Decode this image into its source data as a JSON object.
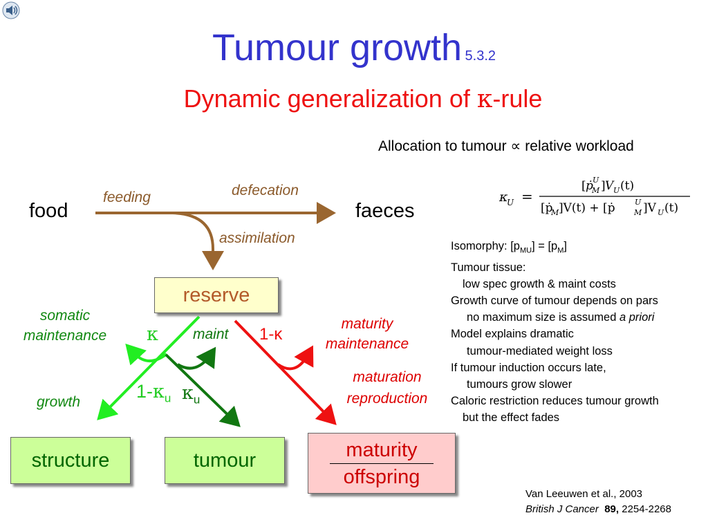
{
  "title": {
    "main": "Tumour growth",
    "section": "5.3.2"
  },
  "subtitle": {
    "text": "Dynamic generalization of ",
    "kappa": "κ",
    "suffix": "-rule"
  },
  "allocation": {
    "text": "Allocation to tumour ∝ relative workload"
  },
  "formula": {
    "lhs": "κ",
    "lhs_sub": "U",
    "equals": "=",
    "num_open": "[",
    "num_p": "ṗ",
    "num_sup": "U",
    "num_sub": "M",
    "num_close": "]",
    "num_v": "V",
    "num_v_sub": "U",
    "num_t": "(t)",
    "den_left": "[ṗ",
    "den_left_sub": "M",
    "den_left_rest": "]V(t) + [ṗ",
    "den_sup": "U",
    "den_sub": "M",
    "den_close": "]V",
    "den_v_sub": "U",
    "den_t": "(t)"
  },
  "diagram": {
    "food": "food",
    "faeces": "faeces",
    "feeding": "feeding",
    "defecation": "defecation",
    "assimilation": "assimilation",
    "reserve": "reserve",
    "somatic_maintenance": [
      "somatic",
      "maintenance"
    ],
    "kappa": "κ",
    "maint": "maint",
    "one_minus_kappa": "1-κ",
    "maturity_maintenance": [
      "maturity",
      "maintenance"
    ],
    "maturation_reproduction": [
      "maturation",
      "reproduction"
    ],
    "growth": "growth",
    "one_minus_kappa_u": {
      "prefix": "1-",
      "kappa": "κ",
      "sub": "u"
    },
    "kappa_u": {
      "kappa": "κ",
      "sub": "u"
    },
    "structure": "structure",
    "tumour": "tumour",
    "maturity": "maturity",
    "offspring": "offspring"
  },
  "colors": {
    "title": "#3333cc",
    "subtitle": "#ee1111",
    "brown": "#9a6630",
    "light_green": "#22ee22",
    "dark_green": "#117711",
    "red": "#ee1111"
  },
  "notes": {
    "isomorphy": {
      "prefix": "Isomorphy: [p",
      "sub1": "MU",
      "mid": "] = [p",
      "sub2": "M",
      "suffix": "]"
    },
    "lines": [
      "Tumour tissue:",
      "low spec growth & maint costs",
      "Growth curve of tumour depends on pars",
      "no maximum size is assumed ",
      "Model explains dramatic",
      "tumour-mediated weight loss",
      "If tumour induction occurs late,",
      "tumours grow slower",
      "Caloric restriction reduces tumour growth",
      "but the effect fades"
    ],
    "a_priori": "a priori"
  },
  "reference": {
    "line1": "Van Leeuwen et al., 2003",
    "journal": "British J Cancer",
    "volume": "89,",
    "pages": "2254-2268"
  },
  "icons": {
    "speaker": "speaker-icon"
  }
}
